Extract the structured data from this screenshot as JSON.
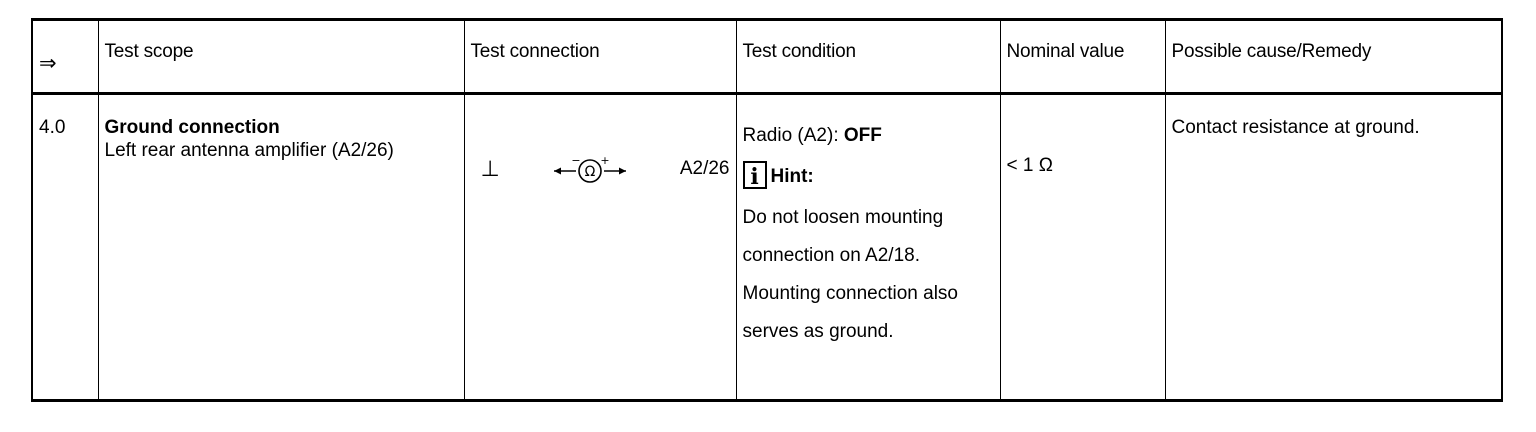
{
  "header": {
    "arrow": "⇒",
    "test_scope": "Test scope",
    "test_connection": "Test connection",
    "test_condition": "Test condition",
    "nominal_value": "Nominal value",
    "possible_cause": "Possible cause/Remedy"
  },
  "row": {
    "step": "4.0",
    "scope_title": "Ground connection",
    "scope_detail": "Left rear antenna amplifier (A2/26)",
    "connection": {
      "ground_symbol": "⊥",
      "ohm_icon": "ohmmeter-icon",
      "ohm_minus": "−",
      "ohm_plus": "+",
      "ohm_symbol": "Ω",
      "target": "A2/26"
    },
    "condition": {
      "radio_label": "Radio (A2):",
      "radio_state": "OFF",
      "hint_icon": "info-icon",
      "hint_glyph": "i",
      "hint_label": "Hint:",
      "hint_lines": [
        "Do not loosen mounting",
        "connection on A2/18.",
        "Mounting connection also",
        "serves as ground."
      ]
    },
    "nominal": "< 1 Ω",
    "cause": "Contact resistance at ground."
  }
}
